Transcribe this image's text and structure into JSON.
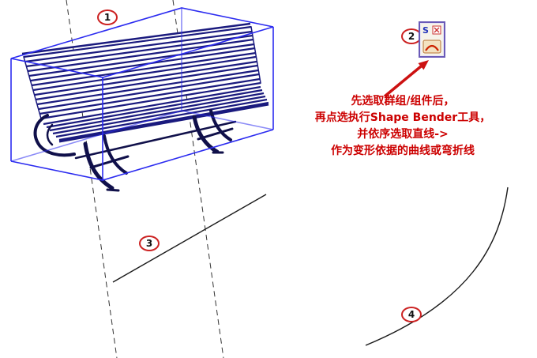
{
  "scene": {
    "app_context": "sketchup-drawing-canvas",
    "background": "#ffffff",
    "colors": {
      "selection_box_blue": "#2b2bf0",
      "bench_wire_navy": "#1a1a7e",
      "guide_dash_gray": "#333333",
      "line_black": "#1a1a1a",
      "annotation_red": "#cc0000",
      "label_ring_red": "#cc2222"
    }
  },
  "labels": {
    "step1": "1",
    "step2": "2",
    "step3": "3",
    "step4": "4"
  },
  "toolbar": {
    "shape_bender_icon": {
      "icon_name": "shape-bender-tool-icon",
      "letter": "S"
    }
  },
  "annotation": {
    "lines": [
      "先选取群组/组件后，",
      "再点选执行Shape Bender工具，",
      "并依序选取直线->",
      "作为变形依据的曲线或弯折线"
    ]
  }
}
